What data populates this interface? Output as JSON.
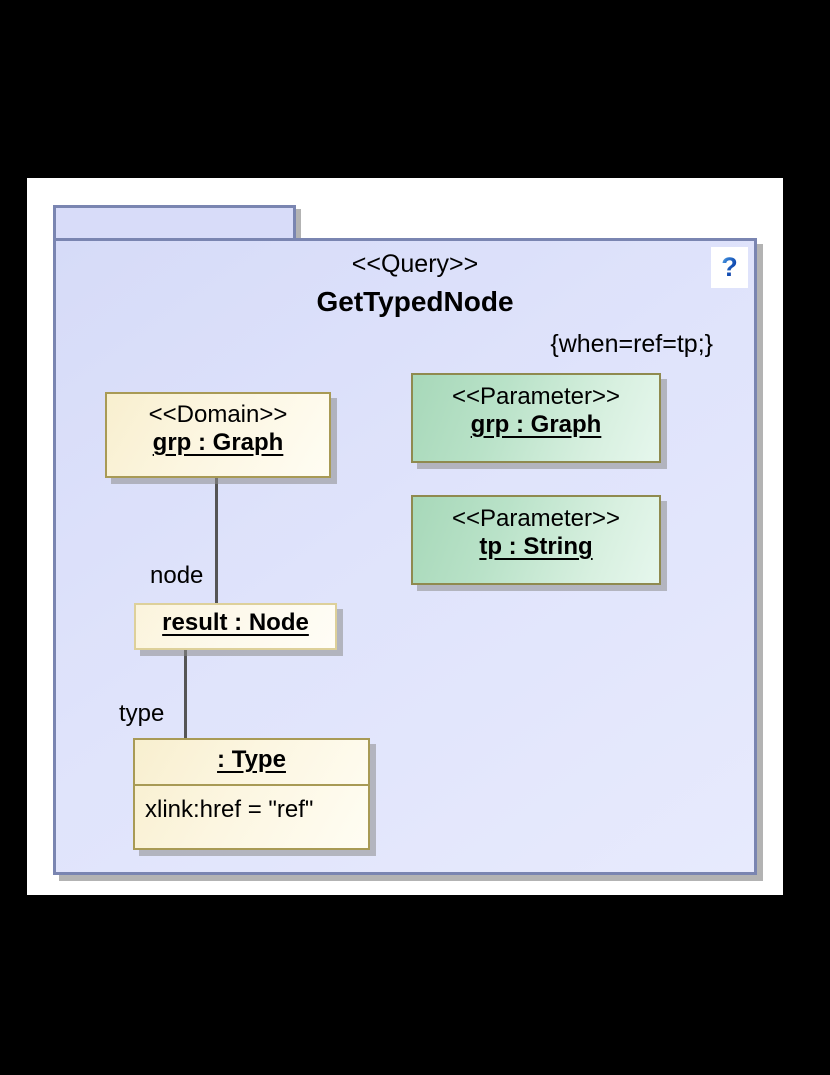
{
  "diagram": {
    "type": "uml-class-diagram",
    "package": {
      "stereotype": "<<Query>>",
      "name": "GetTypedNode",
      "constraint": "{when=ref=tp;}",
      "help_icon": "question-mark-icon"
    },
    "nodes": [
      {
        "id": "domain-grp",
        "stereotype": "<<Domain>>",
        "identifier": "grp : Graph",
        "style": "yellow"
      },
      {
        "id": "parameter-grp",
        "stereotype": "<<Parameter>>",
        "identifier": "grp : Graph",
        "style": "green"
      },
      {
        "id": "parameter-tp",
        "stereotype": "<<Parameter>>",
        "identifier": "tp : String",
        "style": "green"
      },
      {
        "id": "result-node",
        "stereotype": "",
        "identifier": "result : Node",
        "style": "yellow-light"
      },
      {
        "id": "type-node",
        "stereotype": "",
        "identifier": ": Type",
        "attribute": "xlink:href = \"ref\"",
        "style": "yellow"
      }
    ],
    "edges": [
      {
        "id": "edge-node",
        "label": "node",
        "from": "domain-grp",
        "to": "result-node"
      },
      {
        "id": "edge-type",
        "label": "type",
        "from": "result-node",
        "to": "type-node"
      }
    ],
    "colors": {
      "package_fill": "#d8dcf9",
      "package_border": "#7a85b1",
      "domain_fill": "#fcf6e1",
      "domain_border": "#a89a55",
      "parameter_fill": "#b9e2c8",
      "parameter_border": "#8f8a4f",
      "connector": "#555555",
      "canvas": "#ffffff",
      "backdrop": "#000000"
    }
  }
}
